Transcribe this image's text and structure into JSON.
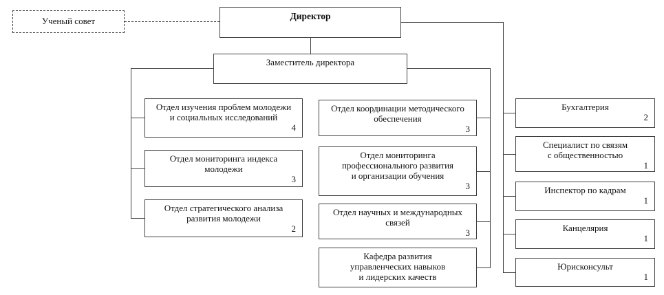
{
  "org_chart": {
    "advisory": {
      "title": "Ученый совет"
    },
    "director": {
      "title": "Директор"
    },
    "deputy": {
      "title": "Заместитель директора"
    },
    "left_column": [
      {
        "title": "Отдел изучения проблем молодежи\nи социальных исследований",
        "count": "4"
      },
      {
        "title": "Отдел мониторинга индекса\nмолодежи",
        "count": "3"
      },
      {
        "title": "Отдел стратегического анализа\nразвития молодежи",
        "count": "2"
      }
    ],
    "middle_column": [
      {
        "title": "Отдел координации методического\nобеспечения",
        "count": "3"
      },
      {
        "title": "Отдел мониторинга\nпрофессионального развития\nи организации обучения",
        "count": "3"
      },
      {
        "title": "Отдел научных и международных\nсвязей",
        "count": "3"
      },
      {
        "title": "Кафедра развития\nуправленческих навыков\nи лидерских качеств",
        "count": ""
      }
    ],
    "right_column": [
      {
        "title": "Бухгалтерия",
        "count": "2"
      },
      {
        "title": "Специалист по связям\nс общественностью",
        "count": "1"
      },
      {
        "title": "Инспектор по кадрам",
        "count": "1"
      },
      {
        "title": "Канцелярия",
        "count": "1"
      },
      {
        "title": "Юрисконсульт",
        "count": "1"
      }
    ],
    "colors": {
      "border": "#3f3f3f",
      "text": "#121212",
      "background": "#ffffff"
    }
  }
}
